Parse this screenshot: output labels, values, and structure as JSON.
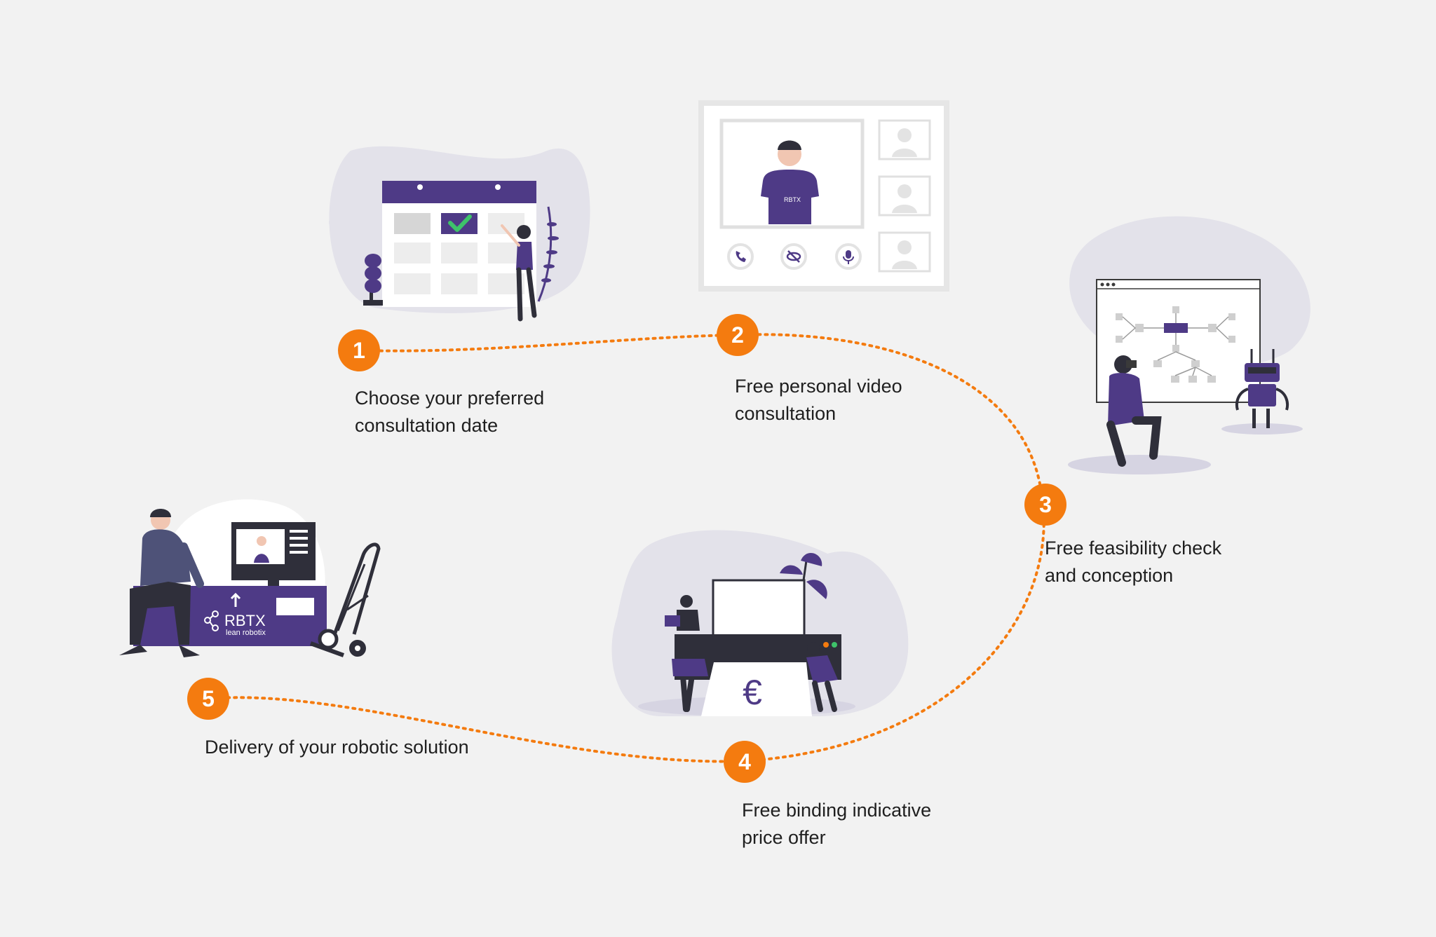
{
  "colors": {
    "accent": "#f47b0f",
    "brand_purple": "#4e3a86",
    "blob": "#e3e2ea",
    "background": "#f2f2f2"
  },
  "steps": [
    {
      "number": "1",
      "label_line1": "Choose your preferred",
      "label_line2": "consultation date"
    },
    {
      "number": "2",
      "label_line1": "Free personal video",
      "label_line2": "consultation"
    },
    {
      "number": "3",
      "label_line1": "Free feasibility check",
      "label_line2": "and conception"
    },
    {
      "number": "4",
      "label_line1": "Free binding indicative",
      "label_line2": "price offer"
    },
    {
      "number": "5",
      "label_line1": "Delivery of your robotic solution",
      "label_line2": ""
    }
  ],
  "brand": {
    "logo_text": "RBTX",
    "tagline": "lean robotix",
    "shirt_logo": "RBTX"
  },
  "price_symbol": "€",
  "icons": {
    "calendar": "calendar-icon",
    "checkmark": "checkmark-icon",
    "phone": "phone-icon",
    "hide": "eye-off-icon",
    "mic": "microphone-icon",
    "robot": "robot-icon",
    "hand_truck": "hand-truck-icon",
    "monitor": "monitor-icon",
    "printer": "printer-icon"
  }
}
